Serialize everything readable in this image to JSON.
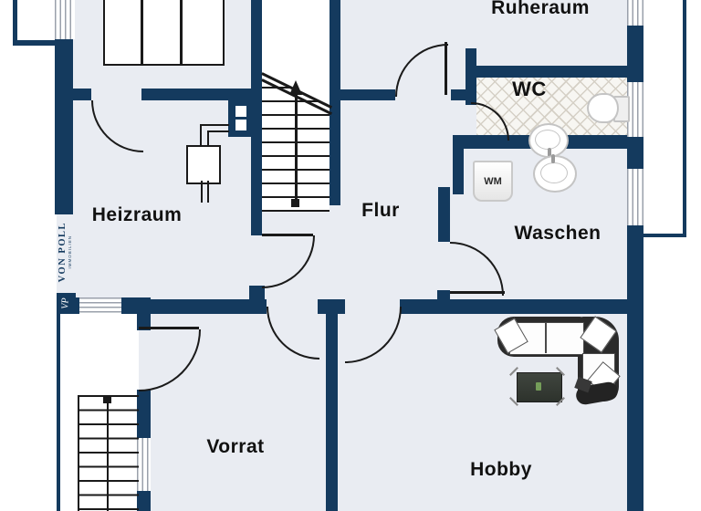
{
  "brand": {
    "name": "VON POLL",
    "subtitle": "IMMOBILIEN",
    "abbr": "VP"
  },
  "rooms": {
    "ruheraum": {
      "label": "Ruheraum"
    },
    "wc": {
      "label": "WC"
    },
    "heizraum": {
      "label": "Heizraum"
    },
    "flur": {
      "label": "Flur"
    },
    "waschen": {
      "label": "Waschen"
    },
    "vorrat": {
      "label": "Vorrat"
    },
    "hobby": {
      "label": "Hobby"
    }
  },
  "appliances": {
    "washing_machine_label": "WM"
  },
  "colors": {
    "wall": "#143a5e",
    "floor": "#e9ecf2",
    "outside": "#ffffff",
    "line": "#1a1a1a",
    "text": "#111111",
    "tile_bg": "#f7f6f2",
    "tile_line": "#d5d0c6",
    "window_line": "#9aa0ab",
    "fixture": "#c4c4c4",
    "sofa": "#2b2b2b"
  }
}
